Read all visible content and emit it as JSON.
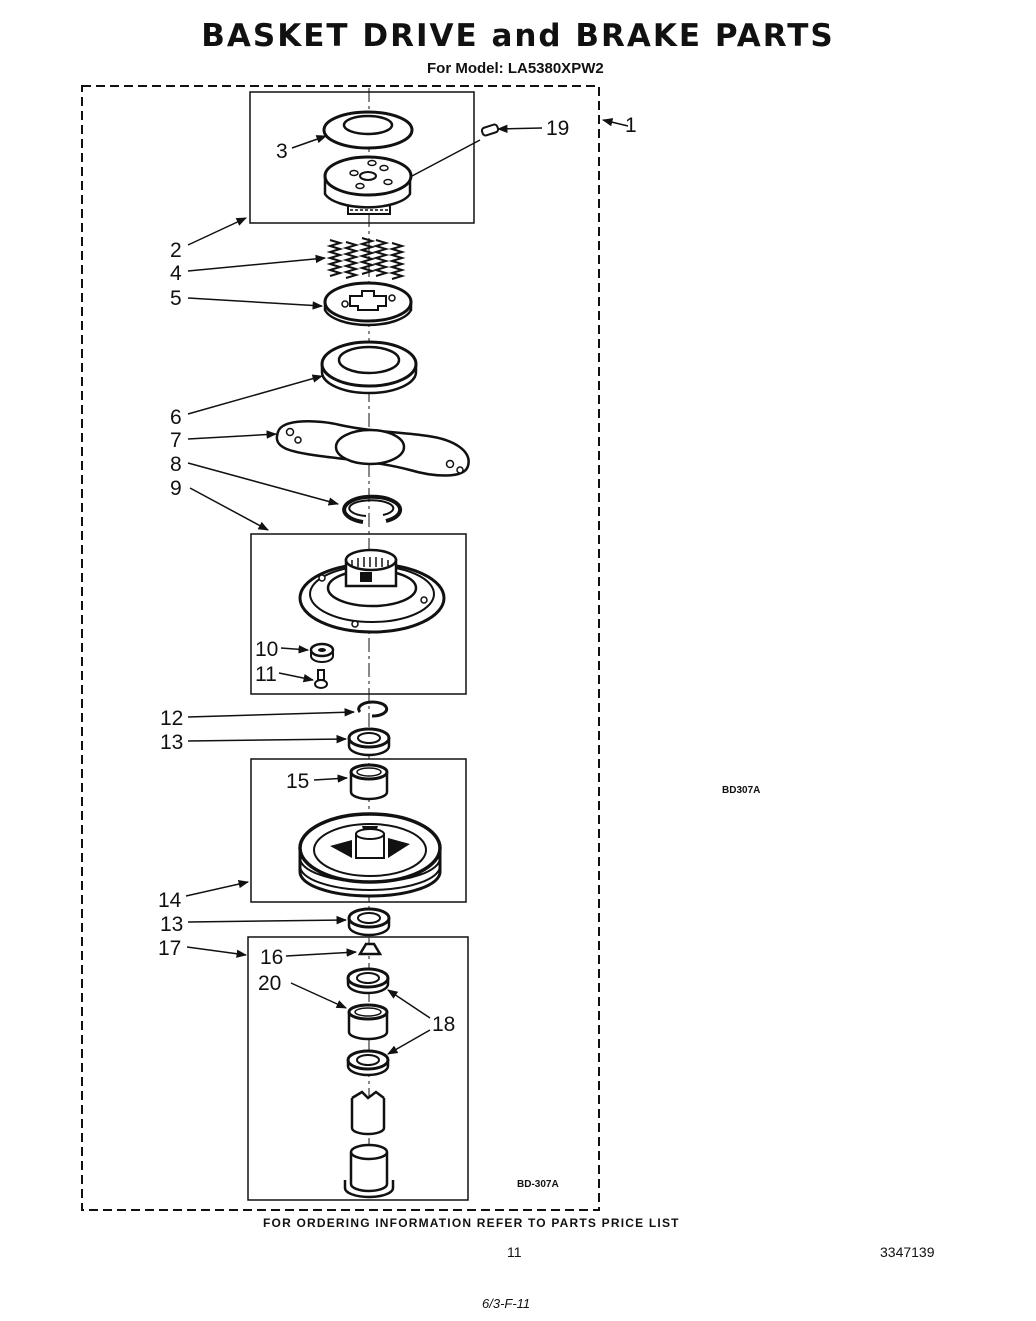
{
  "header": {
    "title": "BASKET DRIVE and BRAKE PARTS",
    "subtitle": "For Model: LA5380XPW2"
  },
  "footer": {
    "ordering_info": "FOR ORDERING INFORMATION REFER TO PARTS PRICE LIST",
    "page_number": "11",
    "document_number": "3347139",
    "handwritten_note": "6/3-F-11"
  },
  "drawing_codes": {
    "right": "BD307A",
    "inner": "BD-307A"
  },
  "callouts": {
    "c1": "1",
    "c2": "2",
    "c3": "3",
    "c4": "4",
    "c5": "5",
    "c6": "6",
    "c7": "7",
    "c8": "8",
    "c9": "9",
    "c10": "10",
    "c11": "11",
    "c12": "12",
    "c13a": "13",
    "c13b": "13",
    "c14": "14",
    "c15": "15",
    "c16": "16",
    "c17": "17",
    "c18": "18",
    "c19": "19",
    "c20": "20"
  }
}
